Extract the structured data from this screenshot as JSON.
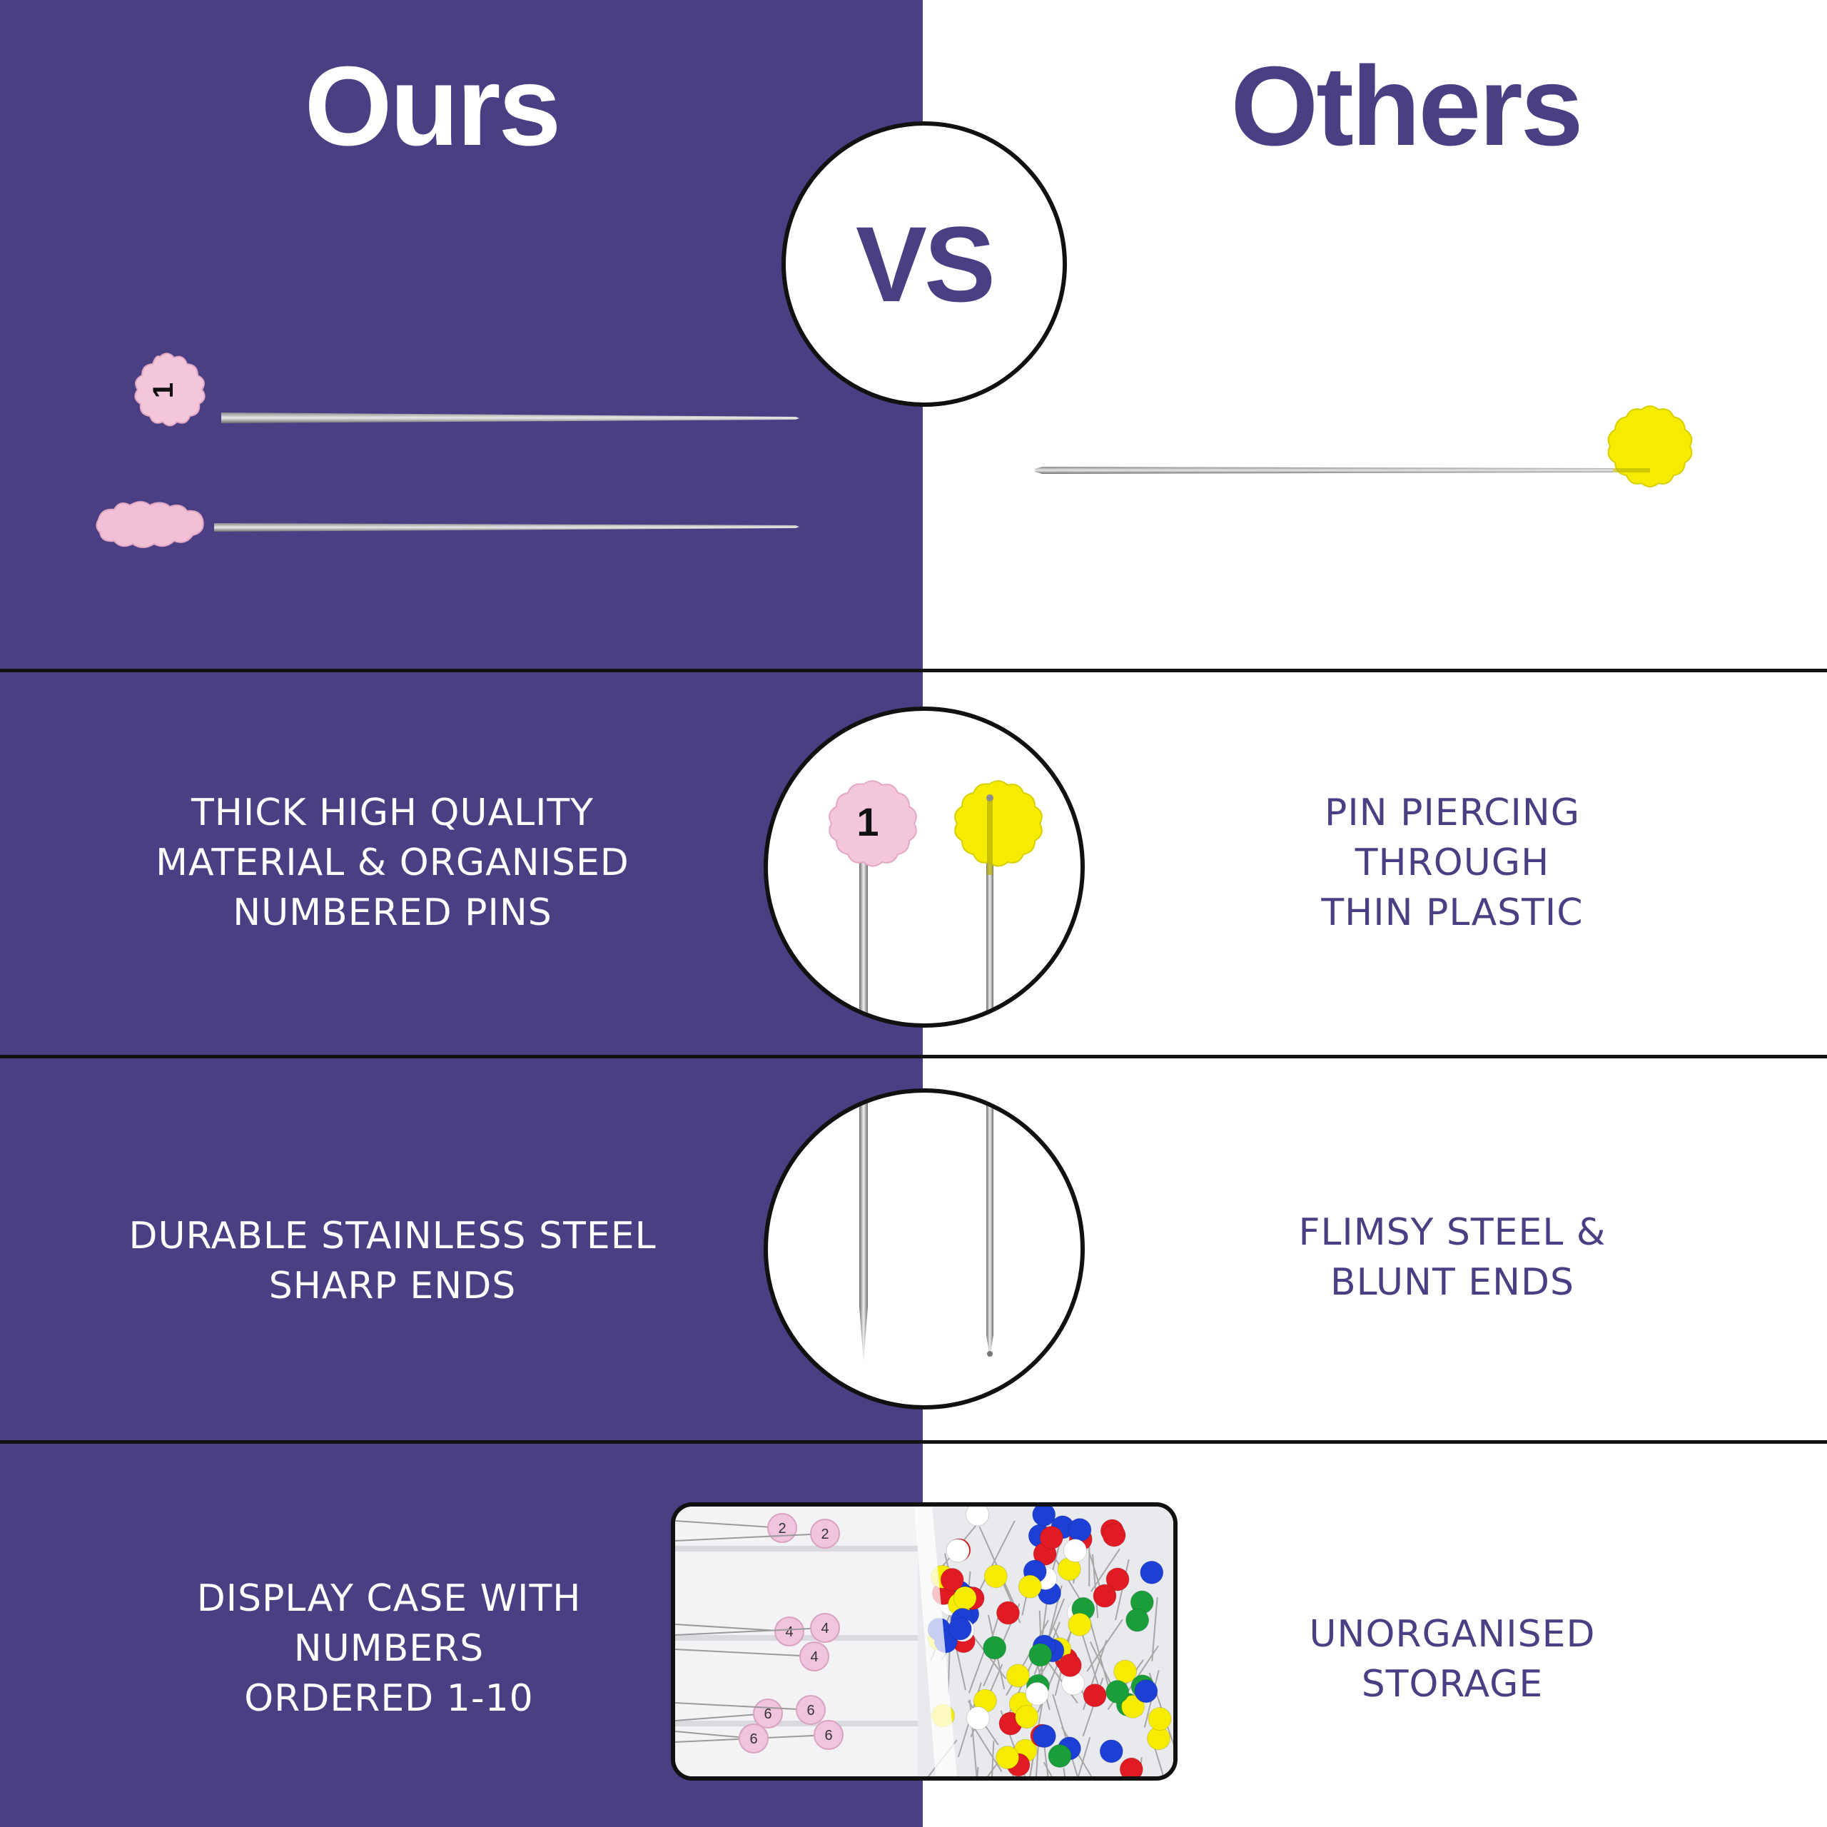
{
  "headings": {
    "ours": "Ours",
    "vs": "VS",
    "others": "Others"
  },
  "rows": [
    {
      "ours": [
        "THICK HIGH QUALITY",
        "MATERIAL & ORGANISED",
        "NUMBERED PINS"
      ],
      "others": [
        "PIN PIERCING",
        "THROUGH",
        "THIN PLASTIC"
      ]
    },
    {
      "ours": [
        "DURABLE STAINLESS STEEL",
        "SHARP ENDS"
      ],
      "others": [
        "FLIMSY STEEL &",
        "BLUNT ENDS"
      ]
    },
    {
      "ours": [
        "DISPLAY CASE WITH",
        "NUMBERS",
        "ORDERED 1-10"
      ],
      "others": [
        "UNORGANISED",
        "STORAGE"
      ]
    }
  ],
  "pin_number": "1",
  "case_numbers": [
    "2",
    "2",
    "4",
    "4",
    "4",
    "6",
    "6",
    "6",
    "6"
  ],
  "colors": {
    "brand_purple": "#4b3f84",
    "pink_pin_head": "#f4c6dc",
    "yellow_pin_head": "#f5ec00",
    "divider": "#111111"
  },
  "icons": {
    "ours_pin": "pink-flower-head-pin-icon",
    "others_pin": "yellow-flower-head-pin-icon"
  }
}
